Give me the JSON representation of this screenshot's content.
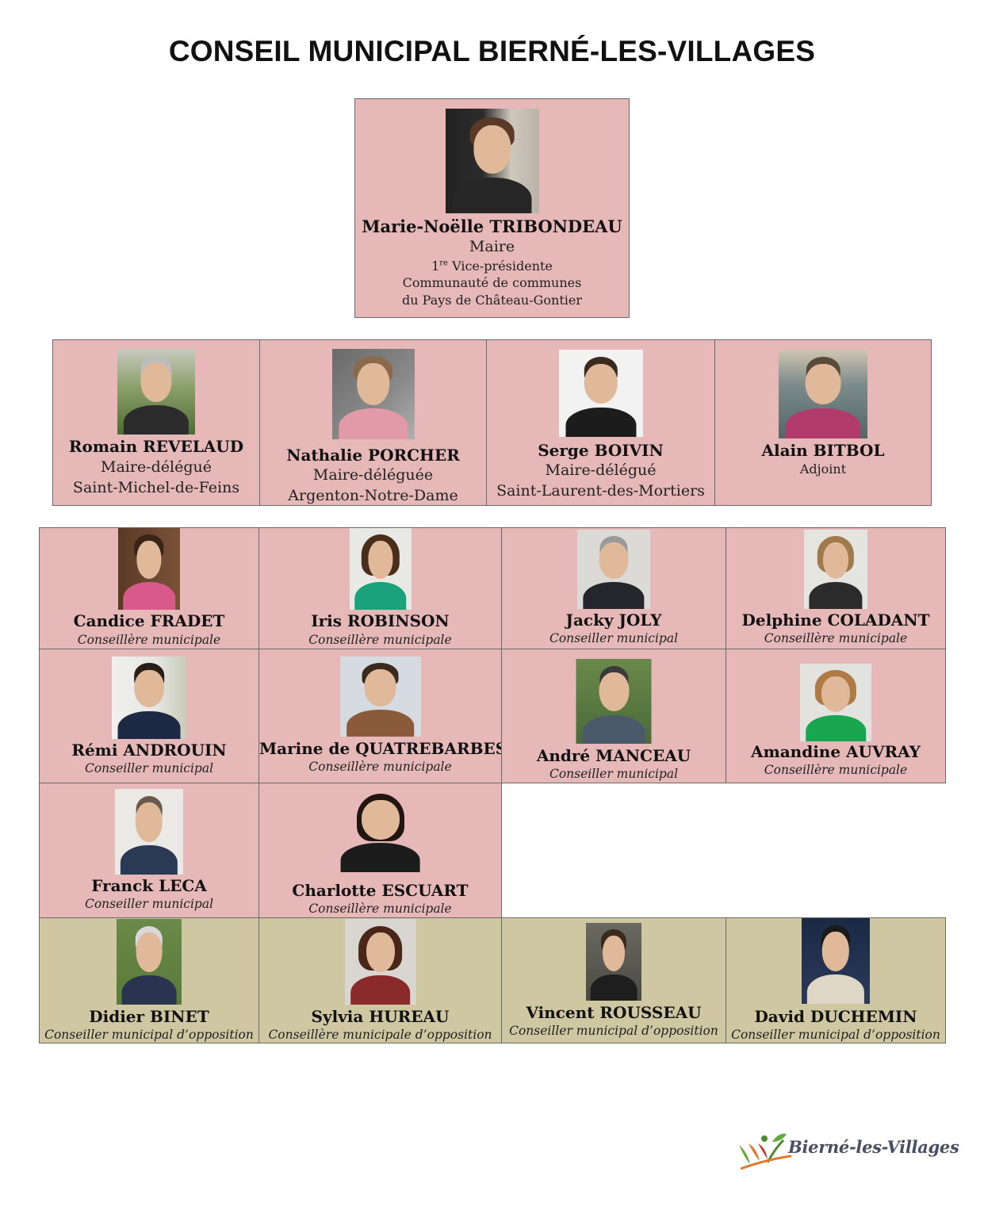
{
  "title": "CONSEIL MUNICIPAL BIERNÉ-LES-VILLAGES",
  "mayor": {
    "name": "Marie-Noëlle TRIBONDEAU",
    "role": "Maire",
    "line1_prefix": "1",
    "line1_sup": "re",
    "line1_rest": " Vice-présidente",
    "line2": "Communauté de communes",
    "line3": "du Pays de Château-Gontier"
  },
  "deputies": [
    {
      "name": "Romain REVELAUD",
      "role": "Maire-délégué",
      "place": "Saint-Michel-de-Feins"
    },
    {
      "name": "Nathalie PORCHER",
      "role": "Maire-déléguée",
      "place": "Argenton-Notre-Dame"
    },
    {
      "name": "Serge BOIVIN",
      "role": "Maire-délégué",
      "place": "Saint-Laurent-des-Mortiers"
    },
    {
      "name": "Alain BITBOL",
      "role": "Adjoint"
    }
  ],
  "councillors": [
    {
      "name": "Candice FRADET",
      "role": "Conseillère municipale"
    },
    {
      "name": "Iris ROBINSON",
      "role": "Conseillère municipale"
    },
    {
      "name": "Jacky JOLY",
      "role": "Conseiller municipal"
    },
    {
      "name": "Delphine COLADANT",
      "role": "Conseillère municipale"
    },
    {
      "name": "Rémi ANDROUIN",
      "role": "Conseiller municipal"
    },
    {
      "name": "Marine de QUATREBARBES",
      "role": "Conseillère municipale"
    },
    {
      "name": "André MANCEAU",
      "role": "Conseiller municipal"
    },
    {
      "name": "Amandine AUVRAY",
      "role": "Conseillère municipale"
    },
    {
      "name": "Franck LECA",
      "role": "Conseiller municipal"
    },
    {
      "name": "Charlotte ESCUART",
      "role": "Conseillère municipale"
    }
  ],
  "opposition": [
    {
      "name": "Didier BINET",
      "role": "Conseiller municipal d’opposition"
    },
    {
      "name": "Sylvia HUREAU",
      "role": "Conseillère municipale d’opposition"
    },
    {
      "name": "Vincent ROUSSEAU",
      "role": "Conseiller municipal d’opposition"
    },
    {
      "name": "David DUCHEMIN",
      "role": "Conseiller municipal d’opposition"
    }
  ],
  "logo": {
    "text": "Bierné-les-Villages"
  },
  "colors": {
    "majority_card": "#e6b8b8",
    "opposition_card": "#cfc6a2"
  }
}
